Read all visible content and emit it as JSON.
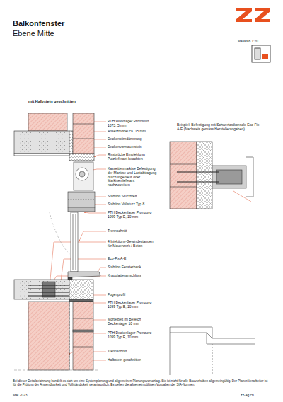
{
  "diagram": {
    "title": "Balkonfenster",
    "labels": [
      "Ebene Mitte",
      "Masstab 1:20",
      "mit Halbstein geschnitten",
      "PTH Wandlager Pronouvo 1073, 5 mm",
      "Ansetzmörtel ca. 15 mm",
      "Deckenstirndämmung",
      "Deckenvormauerstein",
      "Rissbrücke Empfehlung Putzlieferant beachten",
      "Kassettenmarkise Befestigung der Markise und Lastabtragung durch Ingenieur oder Markisenlieferant nachzuweisen",
      "Stahlton Sturzbrett",
      "Stahlton Vollsturz Typ 8",
      "PTH Deckenlager Pronouvo 1099 Typ E, 10 mm",
      "Trennschnitt",
      "4 Injektions-Gewindestangen für Mauerwerk / Beton",
      "Eco-Fix A-E",
      "Stahlton Fensterbank",
      "Kragplattenanschluss",
      "Fugenprofil",
      "PTH Deckenlager Pronouvo 1099 Typ E, 10 mm",
      "Mörtelbett im Bereich Deckenlager 10 mm",
      "PTH Deckenlager Pronouvo 1099 Typ E, 10 mm",
      "Trennschnitt",
      "Halbstein geschnitten",
      "Beispiel: Befestigung mit Schwerlastkonsole Eco-Fix A-E (Nachweis gemäss Herstellerangaben)",
      "Bei dieser Detailzeichnung handelt es sich um eine Systemplanung und allgemeinen Planungsvorschlag. Sie ist nicht für alle Bauvorhaben allgemeingültig. Der Planer/Verarbeiter ist für die Prüfung der Anwendbarkeit und Vollständigkeit verantwortlich. Es gelten die allgemein gültigen Vorgaben der SIA-Normen.",
      "Mai 2023",
      "zz-ag.ch"
    ]
  }
}
